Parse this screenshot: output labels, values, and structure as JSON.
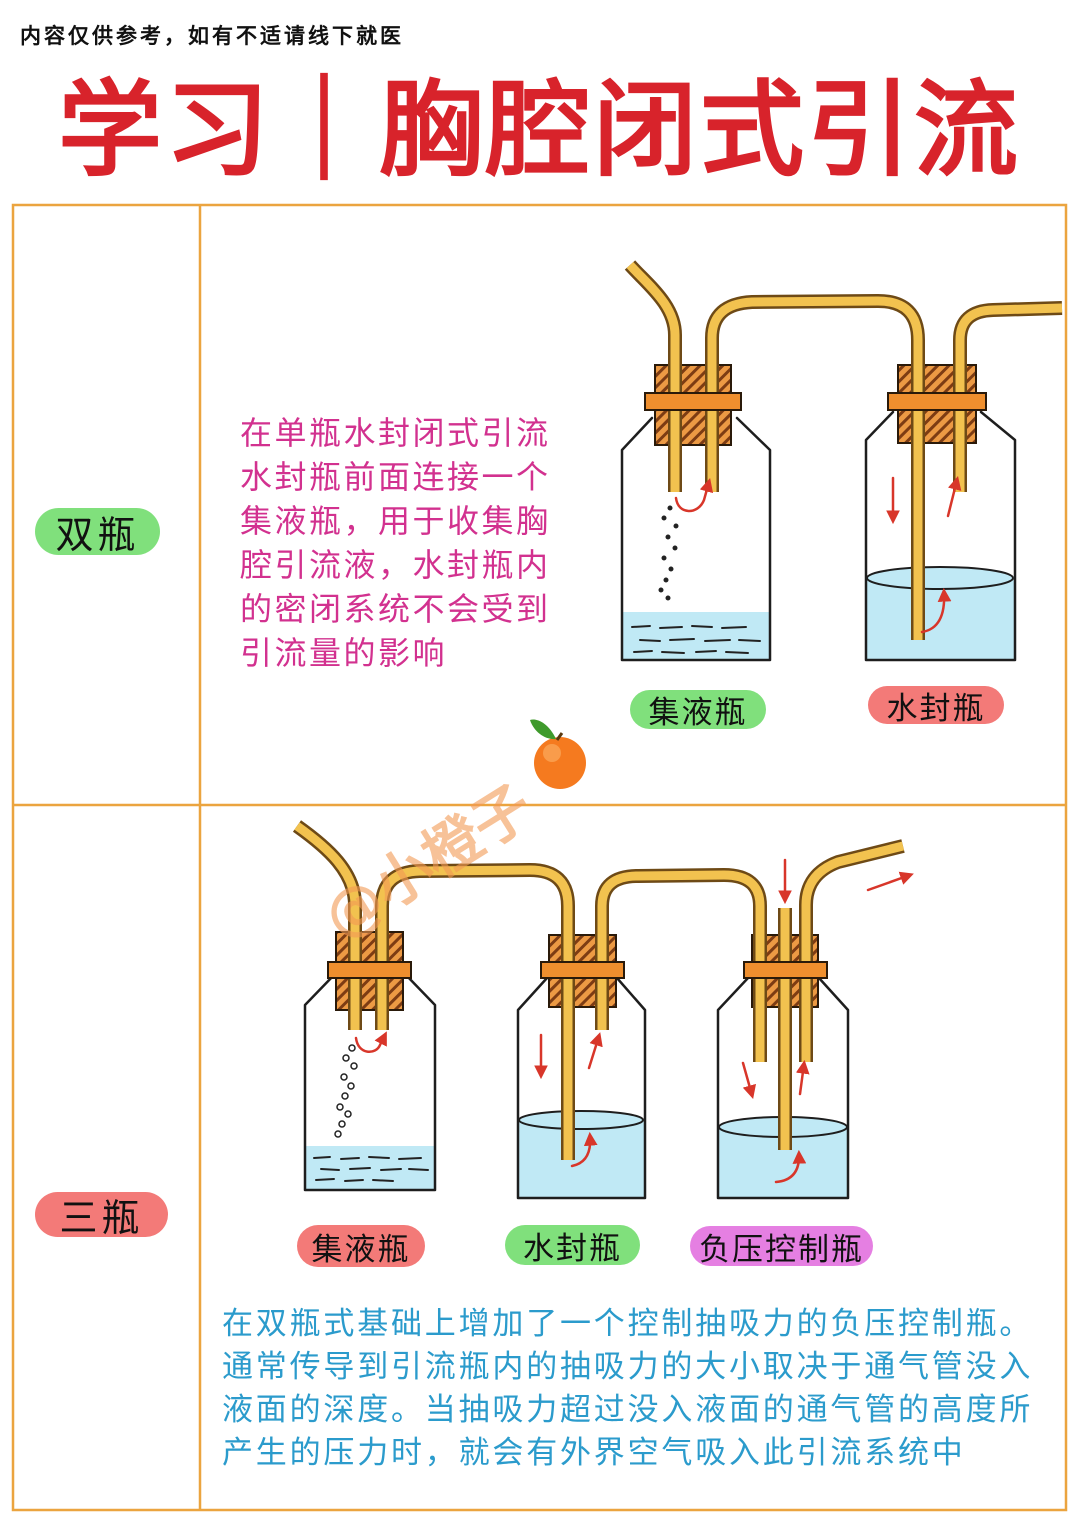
{
  "disclaimer": "内容仅供参考，如有不适请线下就医",
  "title": "学习｜胸腔闭式引流",
  "watermark": "@小橙子",
  "watermark_icon": "orange-icon",
  "colors": {
    "title": "#d8232b",
    "border": "#eba43f",
    "text_pink": "#d2318f",
    "text_blue": "#2b9bcc",
    "pill_green": "#80e07c",
    "pill_red": "#f37a78",
    "pill_magenta": "#e57fe2",
    "tube": "#f2c24f",
    "tube_outline": "#6e4a16",
    "stopper": "#ec9a44",
    "stopper_hatch": "#7d3c13",
    "band": "#ef8f2e",
    "water": "#c0e9f5",
    "arrow": "#d8362a",
    "watermark": "#f39a55"
  },
  "rows": [
    {
      "label": "双瓶",
      "label_color": "#80e07c",
      "description_lines": [
        "在单瓶水封闭式引流",
        "水封瓶前面连接一个",
        "集液瓶，用于收集胸",
        "腔引流液，水封瓶内",
        "的密闭系统不会受到",
        "引流量的影响"
      ],
      "bottles": [
        {
          "label": "集液瓶",
          "label_color": "#80e07c"
        },
        {
          "label": "水封瓶",
          "label_color": "#f37a78"
        }
      ]
    },
    {
      "label": "三瓶",
      "label_color": "#f37a78",
      "description_lines": [
        "在双瓶式基础上增加了一个控制抽吸力的负压控制瓶。",
        "通常传导到引流瓶内的抽吸力的大小取决于通气管没入",
        "液面的深度。当抽吸力超过没入液面的通气管的高度所",
        "产生的压力时，就会有外界空气吸入此引流系统中"
      ],
      "bottles": [
        {
          "label": "集液瓶",
          "label_color": "#f37a78"
        },
        {
          "label": "水封瓶",
          "label_color": "#80e07c"
        },
        {
          "label": "负压控制瓶",
          "label_color": "#e57fe2"
        }
      ]
    }
  ]
}
